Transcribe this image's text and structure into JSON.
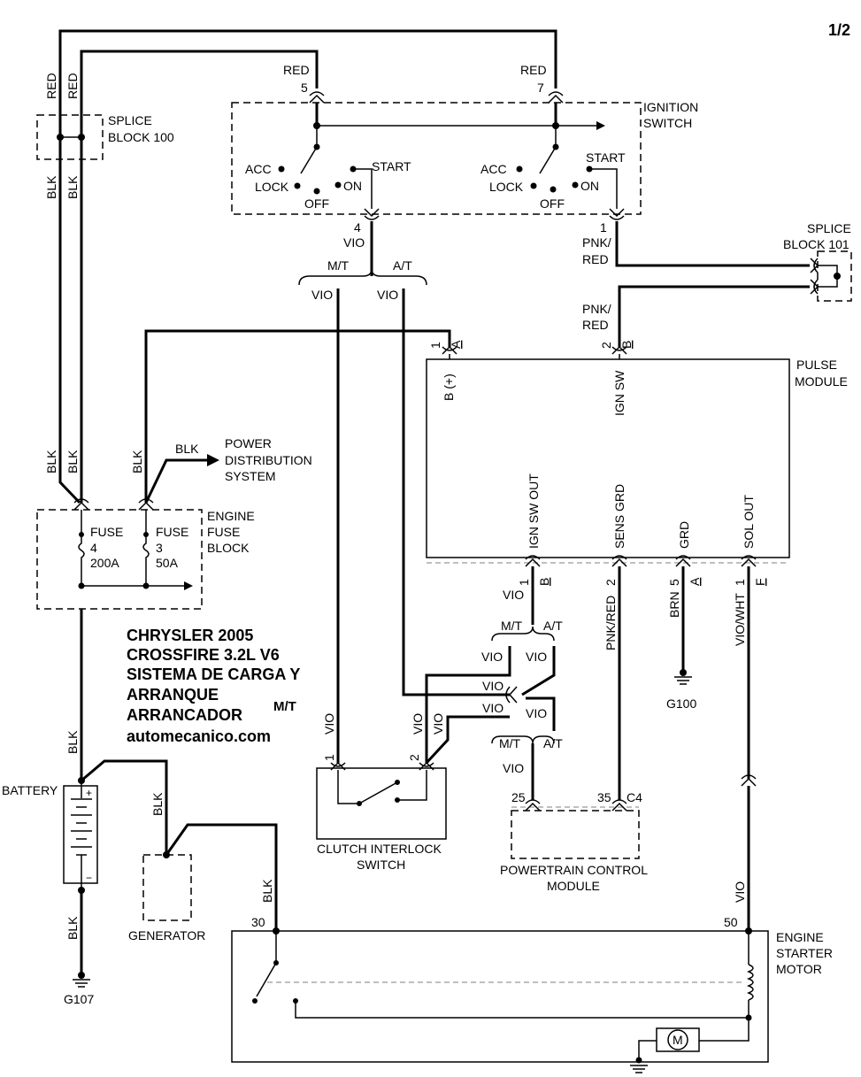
{
  "page": "1/2",
  "title_block": {
    "line1": "CHRYSLER 2005",
    "line2": "CROSSFIRE 3.2L V6",
    "line3": "SISTEMA DE CARGA Y",
    "line4": "ARRANQUE",
    "line5": "ARRANCADOR",
    "line5_suffix": "M/T",
    "line6": "automecanico.com"
  },
  "wires": {
    "red": "RED",
    "blk": "BLK",
    "vio": "VIO",
    "pnk": "PNK/",
    "red2": "RED",
    "pnk_red": "PNK/RED",
    "brn": "BRN",
    "vio_wht": "VIO/WHT",
    "mt": "M/T",
    "at": "A/T"
  },
  "splice100": {
    "line1": "SPLICE",
    "line2": "BLOCK 100"
  },
  "splice101": {
    "line1": "SPLICE",
    "line2": "BLOCK 101"
  },
  "ignition": {
    "line1": "IGNITION",
    "line2": "SWITCH",
    "pin5": "5",
    "pin7": "7",
    "pin4": "4",
    "pin1": "1",
    "acc": "ACC",
    "lock": "LOCK",
    "off": "OFF",
    "on": "ON",
    "start": "START"
  },
  "pulse": {
    "line1": "PULSE",
    "line2": "MODULE",
    "b_plus": "B (+)",
    "ign_sw": "IGN SW",
    "ign_sw_out": "IGN SW OUT",
    "sens_grd": "SENS GRD",
    "grd": "GRD",
    "sol_out": "SOL OUT",
    "pin1": "1",
    "pin2": "2",
    "pin5": "5",
    "letter_a": "A",
    "letter_b": "B",
    "letter_f": "F"
  },
  "pds": {
    "line1": "POWER",
    "line2": "DISTRIBUTION",
    "line3": "SYSTEM"
  },
  "fuse": {
    "line1": "ENGINE",
    "line2": "FUSE",
    "line3": "BLOCK",
    "fuse_label": "FUSE",
    "f4_num": "4",
    "f4_amp": "200A",
    "f3_num": "3",
    "f3_amp": "50A"
  },
  "battery": {
    "label": "BATTERY",
    "ground": "G107",
    "plus": "+",
    "minus": "−"
  },
  "generator": {
    "label": "GENERATOR"
  },
  "clutch": {
    "line1": "CLUTCH INTERLOCK",
    "line2": "SWITCH",
    "pin1": "1",
    "pin2": "2"
  },
  "pcm": {
    "line1": "POWERTRAIN CONTROL",
    "line2": "MODULE",
    "pin25": "25",
    "pin35": "35",
    "conn": "C4"
  },
  "starter": {
    "line1": "ENGINE",
    "line2": "STARTER",
    "line3": "MOTOR",
    "pin30": "30",
    "pin50": "50",
    "motor": "M"
  },
  "grounds": {
    "g100": "G100"
  }
}
